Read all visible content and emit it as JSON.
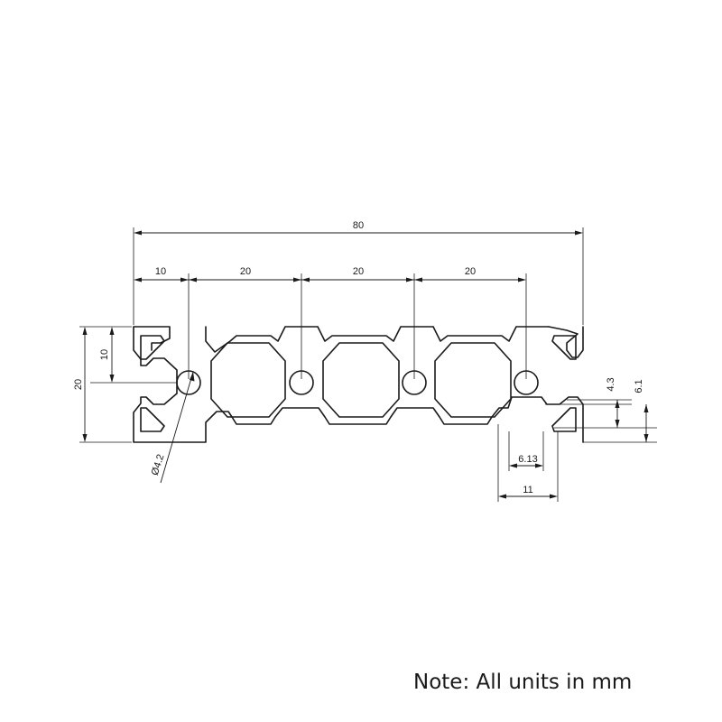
{
  "note": "Note: All units in mm",
  "dimensions": {
    "overall_width": "80",
    "pitch_first": "10",
    "pitch_1": "20",
    "pitch_2": "20",
    "pitch_3": "20",
    "overall_height": "20",
    "half_height": "10",
    "hole_diameter": "Ø4.2",
    "slot_depth_inner": "4.3",
    "slot_depth_outer": "6.1",
    "slot_opening": "6.13",
    "slot_width": "11"
  }
}
